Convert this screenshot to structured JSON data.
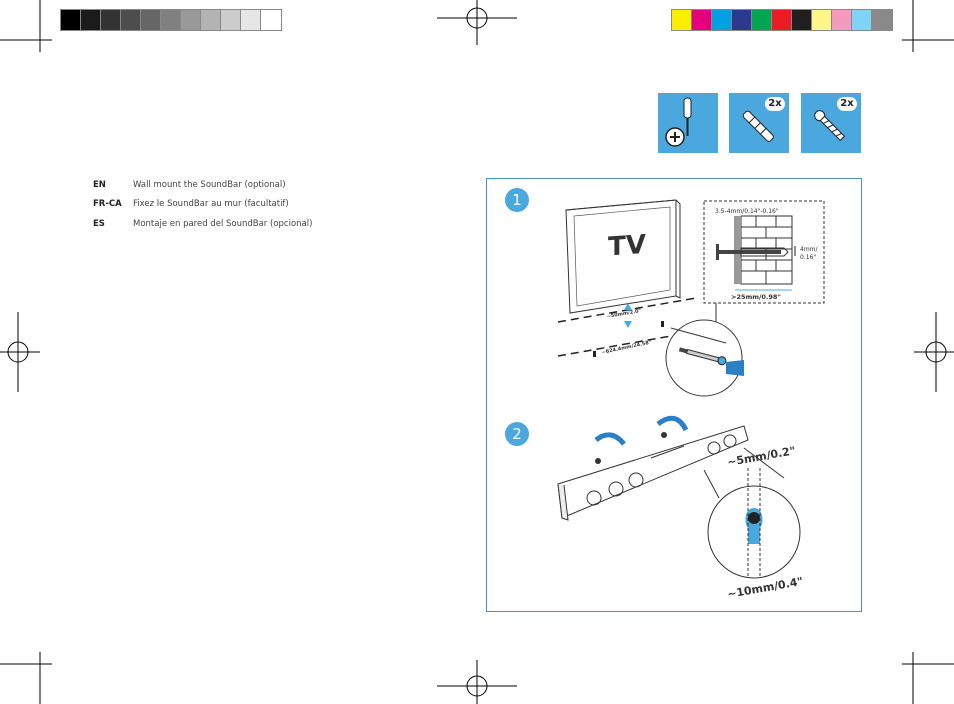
{
  "color_bar_gray": [
    "#000000",
    "#1b1b1b",
    "#333333",
    "#4d4d4d",
    "#666666",
    "#808080",
    "#999999",
    "#b3b3b3",
    "#cccccc",
    "#e6e6e6",
    "#ffffff"
  ],
  "color_bar_color": [
    "#ffed00",
    "#e6007e",
    "#00a0e3",
    "#2b3990",
    "#00a651",
    "#ed1c24",
    "#231f20",
    "#fff689",
    "#f49ac1",
    "#7fd3f7",
    "#898989"
  ],
  "tools": {
    "screws_count": "2x",
    "anchors_count": "2x"
  },
  "instructions": [
    {
      "code": "EN",
      "text": "Wall mount the SoundBar (optional)"
    },
    {
      "code": "FR-CA",
      "text": "Fixez le SoundBar au mur (facultatif)"
    },
    {
      "code": "ES",
      "text": "Montaje en pared del SoundBar (opcional)"
    }
  ],
  "diagram": {
    "step1_number": "1",
    "step2_number": "2",
    "tv_label": "TV",
    "drill_size": "3.5-4mm/0.14\"-0.16\"",
    "head_size_line1": "4mm/",
    "head_size_line2": "0.16\"",
    "depth": ">25mm/0.98\"",
    "gap": "~50mm/2.0\"",
    "spacing": "~624.4mm/24.58\"",
    "protrusion": "~5mm/0.2\"",
    "slot": "~10mm/0.4\""
  },
  "colors": {
    "accent": "#4aa8df",
    "frame": "#4a90c8"
  }
}
